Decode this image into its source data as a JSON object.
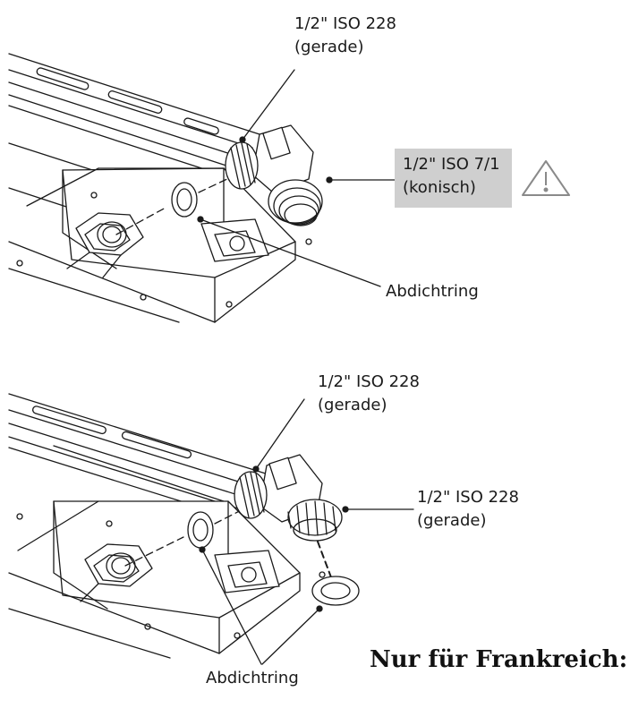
{
  "diagram_top": {
    "thread_straight": {
      "line1": "1/2\"  ISO 228",
      "line2": "(gerade)"
    },
    "thread_tapered": {
      "line1": "1/2\"  ISO 7/1",
      "line2": "(konisch)"
    },
    "warning_icon": "warning-triangle-icon",
    "seal_label": "Abdichtring"
  },
  "diagram_bottom": {
    "thread_straight_upper": {
      "line1": "1/2\"  ISO 228",
      "line2": "(gerade)"
    },
    "thread_straight_right": {
      "line1": "1/2\"  ISO 228",
      "line2": "(gerade)"
    },
    "seal_label": "Abdichtring",
    "note_heading": "Nur für Frankreich:"
  },
  "colors": {
    "line": "#1a1a1a",
    "highlight": "#cfcfcf",
    "fill": "#ffffff"
  }
}
